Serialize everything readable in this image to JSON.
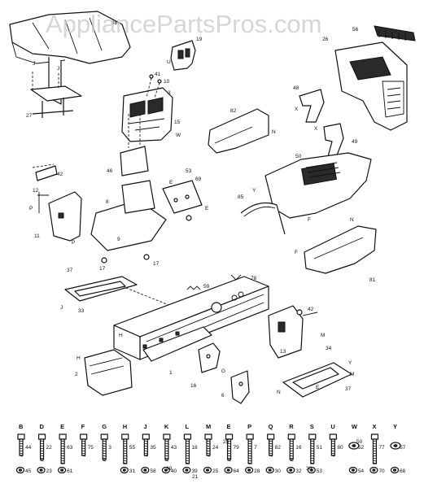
{
  "watermark": "AppliancePartsPros.com",
  "diagram": {
    "callouts": {
      "c38": "38",
      "c27": "27",
      "c19": "19",
      "c41": "41",
      "c10": "10",
      "c3": "3",
      "c15": "15",
      "c56": "56",
      "c26": "26",
      "c48": "48",
      "c82": "82",
      "c49": "49",
      "c50": "50",
      "c85": "85",
      "c46": "46",
      "c42a": "42",
      "c12": "12",
      "c11": "11",
      "c8": "8",
      "c9": "9",
      "c17a": "17",
      "c17b": "17",
      "c53": "53",
      "c69": "69",
      "c81": "81",
      "c37a": "37",
      "c33": "33",
      "c59": "59",
      "c78": "78",
      "c42b": "42",
      "c2": "2",
      "c16": "16",
      "c6": "6",
      "c1": "1",
      "c13": "13",
      "c34": "34",
      "c37b": "37"
    },
    "letters": {
      "jt": "J",
      "jb": "J",
      "wr": "W",
      "jx": "J",
      "xl": "X",
      "xr": "X",
      "yr": "Y",
      "nr": "N",
      "ya": "Y",
      "fb": "F",
      "ny": "N",
      "fk": "F",
      "pl": "P",
      "pa": "P",
      "el": "E",
      "er": "E",
      "ul": "U",
      "hl": "H",
      "hr": "H",
      "mr": "M",
      "gb": "G",
      "nb": "N",
      "el2": "E",
      "mb": "M"
    },
    "hardware": [
      {
        "col": "B",
        "num": "44",
        "sub": "45"
      },
      {
        "col": "D",
        "num": "22",
        "sub": "23"
      },
      {
        "col": "E",
        "num": "63",
        "sub": "61"
      },
      {
        "col": "F",
        "num": "75",
        "sub": ""
      },
      {
        "col": "G",
        "num": "3",
        "sub": ""
      },
      {
        "col": "H",
        "num": "55",
        "sub": "31"
      },
      {
        "col": "J",
        "num": "35",
        "sub": "58"
      },
      {
        "col": "K",
        "num": "43",
        "sub": "40"
      },
      {
        "col": "L",
        "num": "18",
        "sub": "39"
      },
      {
        "col": "M",
        "num": "24",
        "sub": "25"
      },
      {
        "col": "E",
        "num": "79",
        "sub": "64"
      },
      {
        "col": "P",
        "num": "7",
        "sub": "28"
      },
      {
        "col": "Q",
        "num": "82",
        "sub": "30"
      },
      {
        "col": "R",
        "num": "16",
        "sub": "32"
      },
      {
        "col": "S",
        "num": "51",
        "sub": "53"
      },
      {
        "col": "U",
        "num": "80",
        "sub": ""
      },
      {
        "col": "W",
        "num": "52",
        "sub": "54"
      },
      {
        "col": "X",
        "num": "77",
        "sub": "70"
      },
      {
        "col": "Y",
        "num": "57",
        "sub": "68"
      }
    ],
    "hardware_extra": {
      "m_top": "25",
      "w_top": "50",
      "k_mid": "39",
      "l_mid": "21",
      "r_mid": "30"
    }
  }
}
